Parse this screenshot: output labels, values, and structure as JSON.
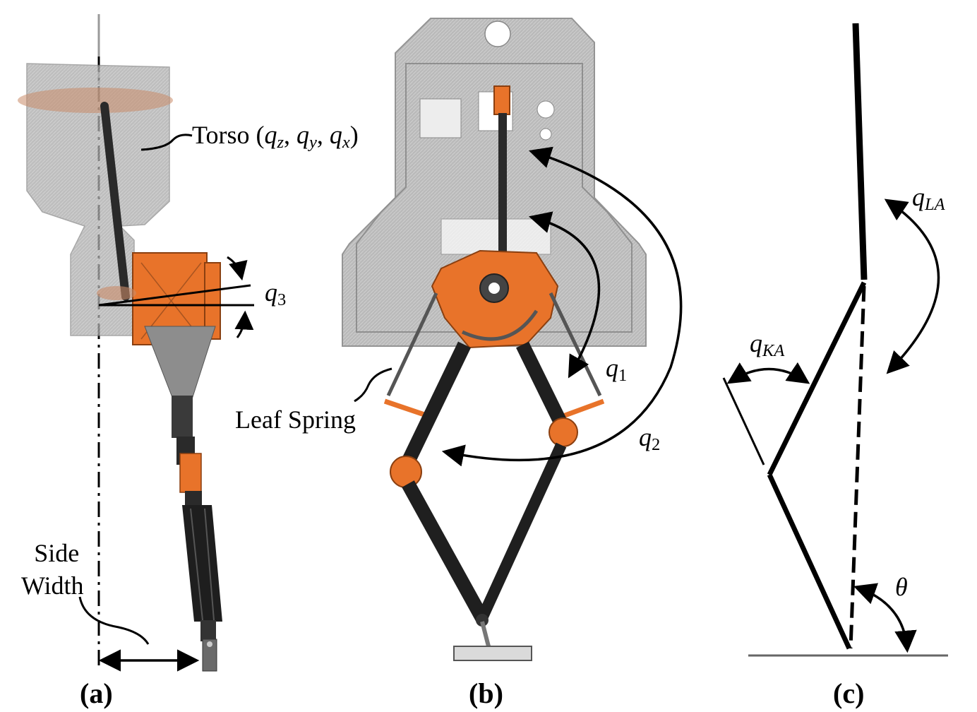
{
  "panels": [
    {
      "id": "a",
      "label": "(a)"
    },
    {
      "id": "b",
      "label": "(b)"
    },
    {
      "id": "c",
      "label": "(c)"
    }
  ],
  "annotations": {
    "torso_word": "Torso",
    "torso_vars": [
      "z",
      "y",
      "x"
    ],
    "q3_base": "q",
    "q3_sub": "3",
    "side_width_line1": "Side",
    "side_width_line2": "Width",
    "leaf_spring": "Leaf Spring",
    "q1_base": "q",
    "q1_sub": "1",
    "q2_base": "q",
    "q2_sub": "2",
    "qla_base": "q",
    "qla_sub": "LA",
    "qka_base": "q",
    "qka_sub": "KA",
    "theta": "θ"
  },
  "colors": {
    "orange": "#e8732a",
    "carbon": "#2a2a2a",
    "gray_body": "#b4b4b4",
    "line": "#000000"
  }
}
